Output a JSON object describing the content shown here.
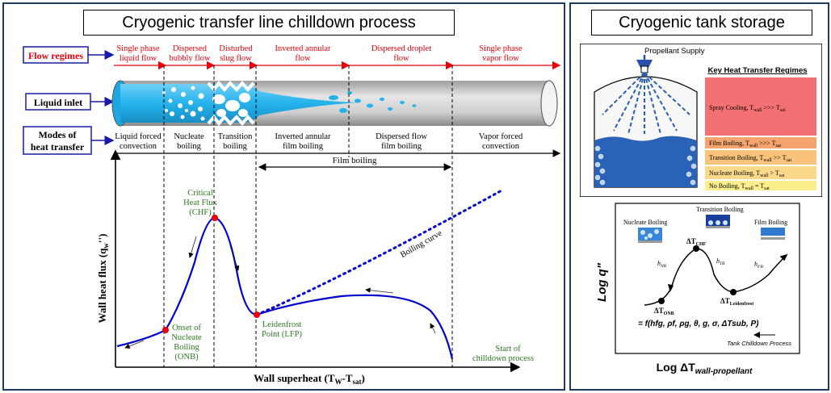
{
  "left_panel": {
    "title": "Cryogenic transfer line chilldown process",
    "row_labels": {
      "flow_regimes": "Flow  regimes",
      "liquid_inlet": "Liquid inlet",
      "modes_line1": "Modes of",
      "modes_line2": "heat transfer"
    },
    "flow_regimes": [
      {
        "l1": "Single phase",
        "l2": "liquid flow"
      },
      {
        "l1": "Dispersed",
        "l2": "bubbly flow"
      },
      {
        "l1": "Disturbed",
        "l2": "slug flow"
      },
      {
        "l1": "Inverted annular",
        "l2": "flow"
      },
      {
        "l1": "Dispersed droplet",
        "l2": "flow"
      },
      {
        "l1": "Single phase",
        "l2": "vapor flow"
      }
    ],
    "modes": [
      {
        "l1": "Liquid forced",
        "l2": "convection"
      },
      {
        "l1": "Nucleate",
        "l2": "boiling"
      },
      {
        "l1": "Transition",
        "l2": "boiling"
      },
      {
        "l1": "Inverted annular",
        "l2": "film boiling"
      },
      {
        "l1": "Dispersed flow",
        "l2": "film boiling"
      },
      {
        "l1": "Vapor forced",
        "l2": "convection"
      }
    ],
    "film_boiling": "Film boiling",
    "y_axis": "Wall heat flux (q",
    "y_axis_sub": "w",
    "y_axis_end": "'')",
    "x_axis": "Wall superheat (T",
    "x_axis_sub1": "W",
    "x_axis_mid": "-T",
    "x_axis_sub2": "sat",
    "x_axis_end": ")",
    "annotations": {
      "chf": [
        "Critical",
        "Heat Flux",
        "(CHF)"
      ],
      "onb": [
        "Onset of",
        "Nucleate",
        "Boiling",
        "(ONB)"
      ],
      "lfp": [
        "Leidenfrost",
        "Point (LFP)"
      ],
      "start": [
        "Start of",
        "chilldown process"
      ],
      "boiling_curve": "Boiling curve"
    },
    "colors": {
      "flow_red": "#e8000b",
      "curve_blue": "#0000cc",
      "annot_green": "#2a7a1e",
      "pipe_blue": "#2eb4ee"
    }
  },
  "right_panel": {
    "title": "Cryogenic tank storage",
    "tank": {
      "supply": "Propellant Supply",
      "header": "Key Heat Transfer Regimes",
      "regimes": [
        {
          "name": "Spray Cooling,  T",
          "sub": "wall",
          "rel": " >>> T",
          "sub2": "sat",
          "color": "#f47173"
        },
        {
          "name": "Film Boiling,  T",
          "sub": "wall",
          "rel": " >>> T",
          "sub2": "sat",
          "color": "#f4a46c"
        },
        {
          "name": "Transition Boiling,  T",
          "sub": "wall",
          "rel": " >> T",
          "sub2": "sat",
          "color": "#f9c47a"
        },
        {
          "name": "Nucleate Boiling,  T",
          "sub": "wall",
          "rel": " > T",
          "sub2": "sat",
          "color": "#fbd98a"
        },
        {
          "name": "No Boiling,  T",
          "sub": "wall",
          "rel": " = T",
          "sub2": "sat",
          "color": "#fbee8c"
        }
      ]
    },
    "curve": {
      "nucleate": "Nucleate Boiling",
      "transition": "Transition Boiling",
      "film": "Film Boiling",
      "dt_chf": "ΔT",
      "dt_chf_sub": "CHF",
      "dt_onb": "ΔT",
      "dt_onb_sub": "ONB",
      "dt_leid": "ΔT",
      "dt_leid_sub": "Leidenfrost",
      "hnb": "h",
      "hnb_sub": "NB",
      "htb": "h",
      "htb_sub": "TB",
      "hfb": "h",
      "hfb_sub": "FB",
      "formula": "= f(h",
      "formula_rest": "fg",
      "formula_tail": ", ρ",
      "formula_full": "= f(hfg, ρf, ρg, θ, g, σ, ΔTsub, P)",
      "process": "Tank Chilldown Process",
      "y_label": "Log q\"",
      "x_label": "Log ΔT",
      "x_label_sub": "wall-propellant"
    }
  }
}
